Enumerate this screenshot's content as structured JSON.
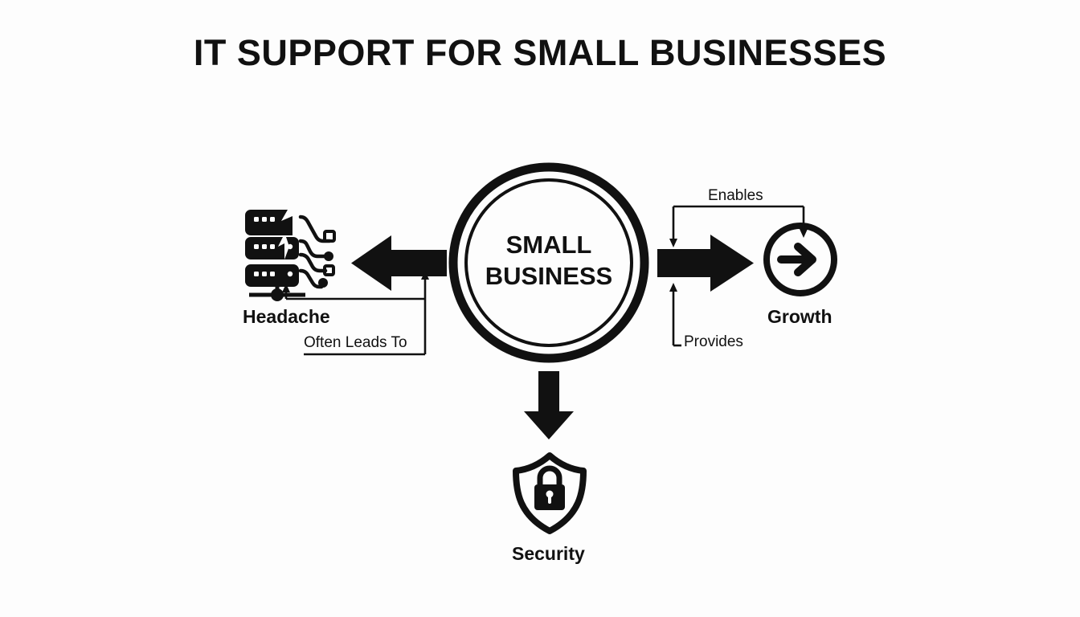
{
  "title": "IT SUPPORT FOR SMALL BUSINESSES",
  "background_color": "#fdfdfd",
  "ink_color": "#111111",
  "center_node": {
    "name": "small-business",
    "line1": "SMALL",
    "line2": "BUSINESS",
    "shape": "double-circle"
  },
  "nodes": [
    {
      "id": "headache",
      "label": "Headache",
      "icon": "broken-server-icon",
      "position": "left"
    },
    {
      "id": "growth",
      "label": "Growth",
      "icon": "circle-arrow-right-icon",
      "position": "right"
    },
    {
      "id": "security",
      "label": "Security",
      "icon": "shield-lock-icon",
      "position": "bottom"
    }
  ],
  "edges": [
    {
      "id": "to-headache",
      "label": "",
      "arrow": "left-arrow",
      "from": "small-business",
      "to": "headache"
    },
    {
      "id": "to-growth",
      "label": "",
      "arrow": "right-arrow",
      "from": "small-business",
      "to": "growth"
    },
    {
      "id": "to-security",
      "label": "",
      "arrow": "down-arrow",
      "from": "small-business",
      "to": "security"
    }
  ],
  "annotations": [
    {
      "id": "often-leads-to",
      "label": "Often Leads To",
      "connector": "bracket-up"
    },
    {
      "id": "enables",
      "label": "Enables",
      "connector": "bracket-down"
    },
    {
      "id": "provides",
      "label": "Provides",
      "connector": "elbow-up"
    }
  ]
}
